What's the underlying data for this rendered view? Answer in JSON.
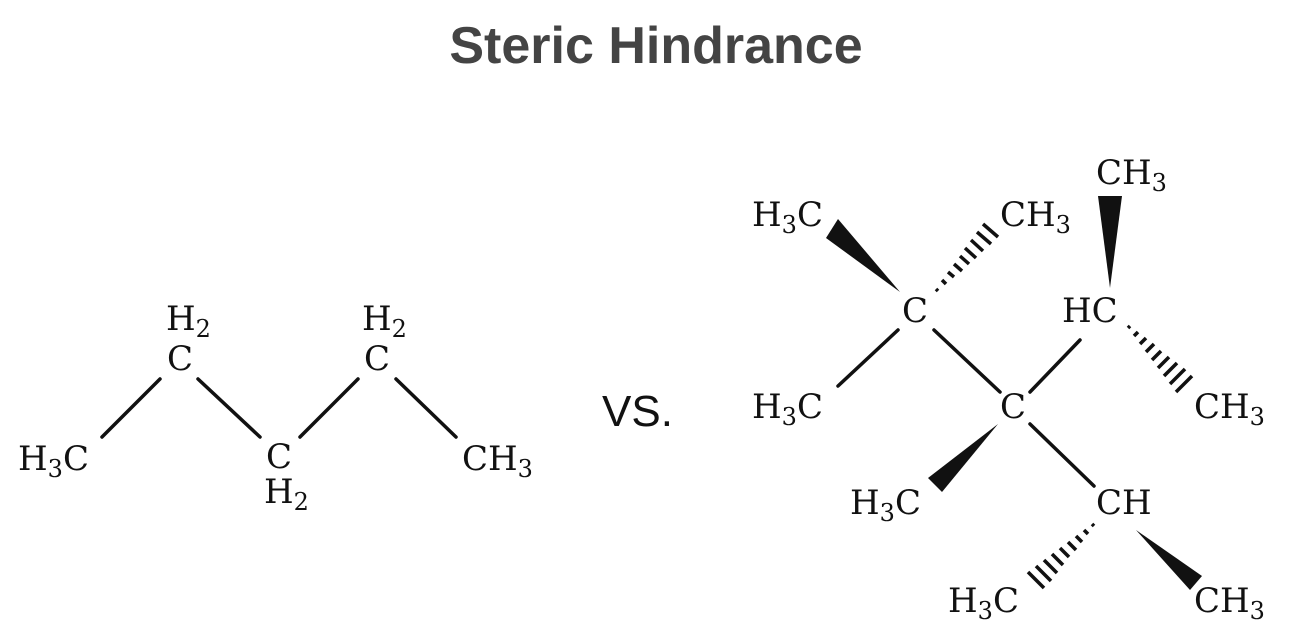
{
  "title": "Steric Hindrance",
  "separator": "VS.",
  "pentane": {
    "left_methyl": {
      "main": "H",
      "sub": "3",
      "tail": "C"
    },
    "c2_h": {
      "main": "H",
      "sub": "2"
    },
    "c2": "C",
    "c3": "C",
    "c3_h": {
      "main": "H",
      "sub": "2"
    },
    "c4_h": {
      "main": "H",
      "sub": "2"
    },
    "c4": "C",
    "right_methyl": {
      "main": "CH",
      "sub": "3"
    }
  },
  "branched": {
    "top_left_methyl": {
      "main": "H",
      "sub": "3",
      "tail": "C"
    },
    "top_right_methyl": {
      "main": "CH",
      "sub": "3"
    },
    "quaternary_c": "C",
    "mid_left_methyl": {
      "main": "H",
      "sub": "3",
      "tail": "C"
    },
    "central_c": "C",
    "lower_left_methyl": {
      "main": "H",
      "sub": "3",
      "tail": "C"
    },
    "upper_ch": "HC",
    "upper_ch_top_methyl": {
      "main": "CH",
      "sub": "3"
    },
    "upper_ch_right_methyl": {
      "main": "CH",
      "sub": "3"
    },
    "lower_ch": "CH",
    "lower_ch_left_methyl": {
      "main": "H",
      "sub": "3",
      "tail": "C"
    },
    "lower_ch_right_methyl": {
      "main": "CH",
      "sub": "3"
    }
  }
}
